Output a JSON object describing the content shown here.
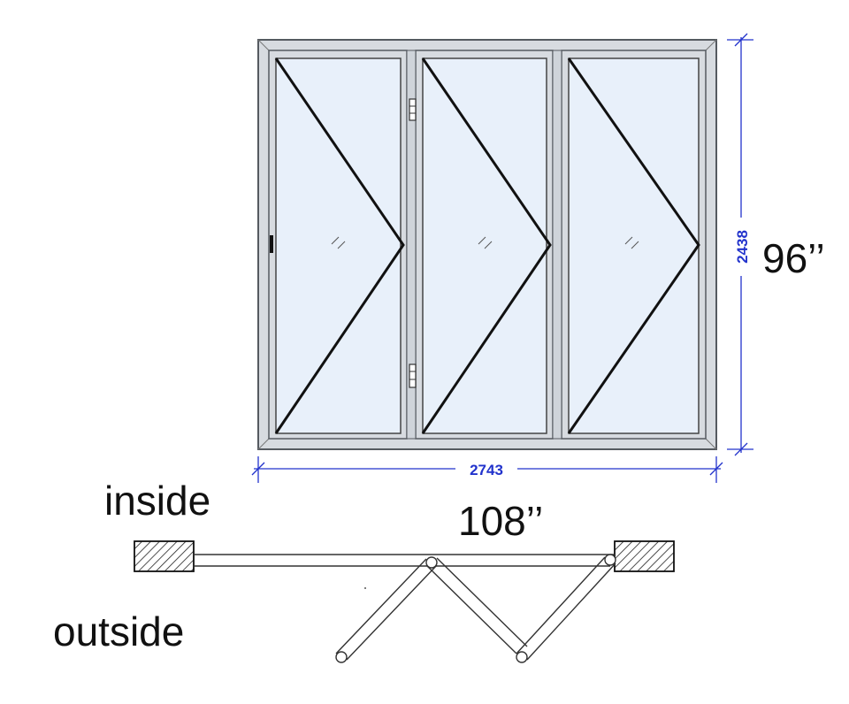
{
  "dimensions": {
    "width_mm": "2743",
    "height_mm": "2438",
    "width_in": "108’’",
    "height_in": "96’’"
  },
  "labels": {
    "inside": "inside",
    "outside": "outside"
  },
  "colors": {
    "frame_fill": "#d7dbe0",
    "frame_stroke": "#555a60",
    "glass": "#e8f0fa",
    "dimension_line": "#2233cc",
    "ink": "#111111"
  }
}
